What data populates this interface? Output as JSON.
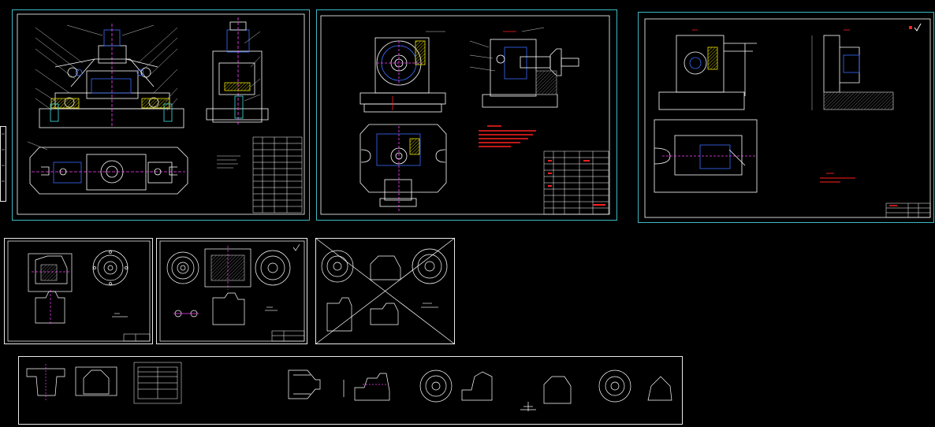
{
  "viewer": {
    "background": "#000000",
    "colors": {
      "sheet_border": "#3fb8c4",
      "frame": "#ffffff",
      "accent_red": "#ff2020",
      "accent_yellow": "#e8e000",
      "accent_blue": "#3a6cff",
      "accent_magenta": "#ff40ff",
      "accent_cyan": "#40e0e0"
    }
  },
  "sheets": [
    {
      "id": "sheet-1",
      "content": "fixture-assembly-front-section-and-plan",
      "has_parts_table": true
    },
    {
      "id": "sheet-2",
      "content": "fixture-with-clamp-knob-three-views",
      "has_parts_table": true,
      "has_red_notes": true
    },
    {
      "id": "sheet-3",
      "content": "fixture-three-views-with-notes",
      "has_red_notes": true,
      "roughness_mark": "√"
    },
    {
      "id": "sheet-4",
      "content": "part-drawing-flange-housing"
    },
    {
      "id": "sheet-5",
      "content": "part-drawing-flange-housing-detailed"
    },
    {
      "id": "sheet-6",
      "content": "crossed-out-part-drawing"
    },
    {
      "id": "sheet-7",
      "content": "process-card-sequence-views"
    }
  ]
}
